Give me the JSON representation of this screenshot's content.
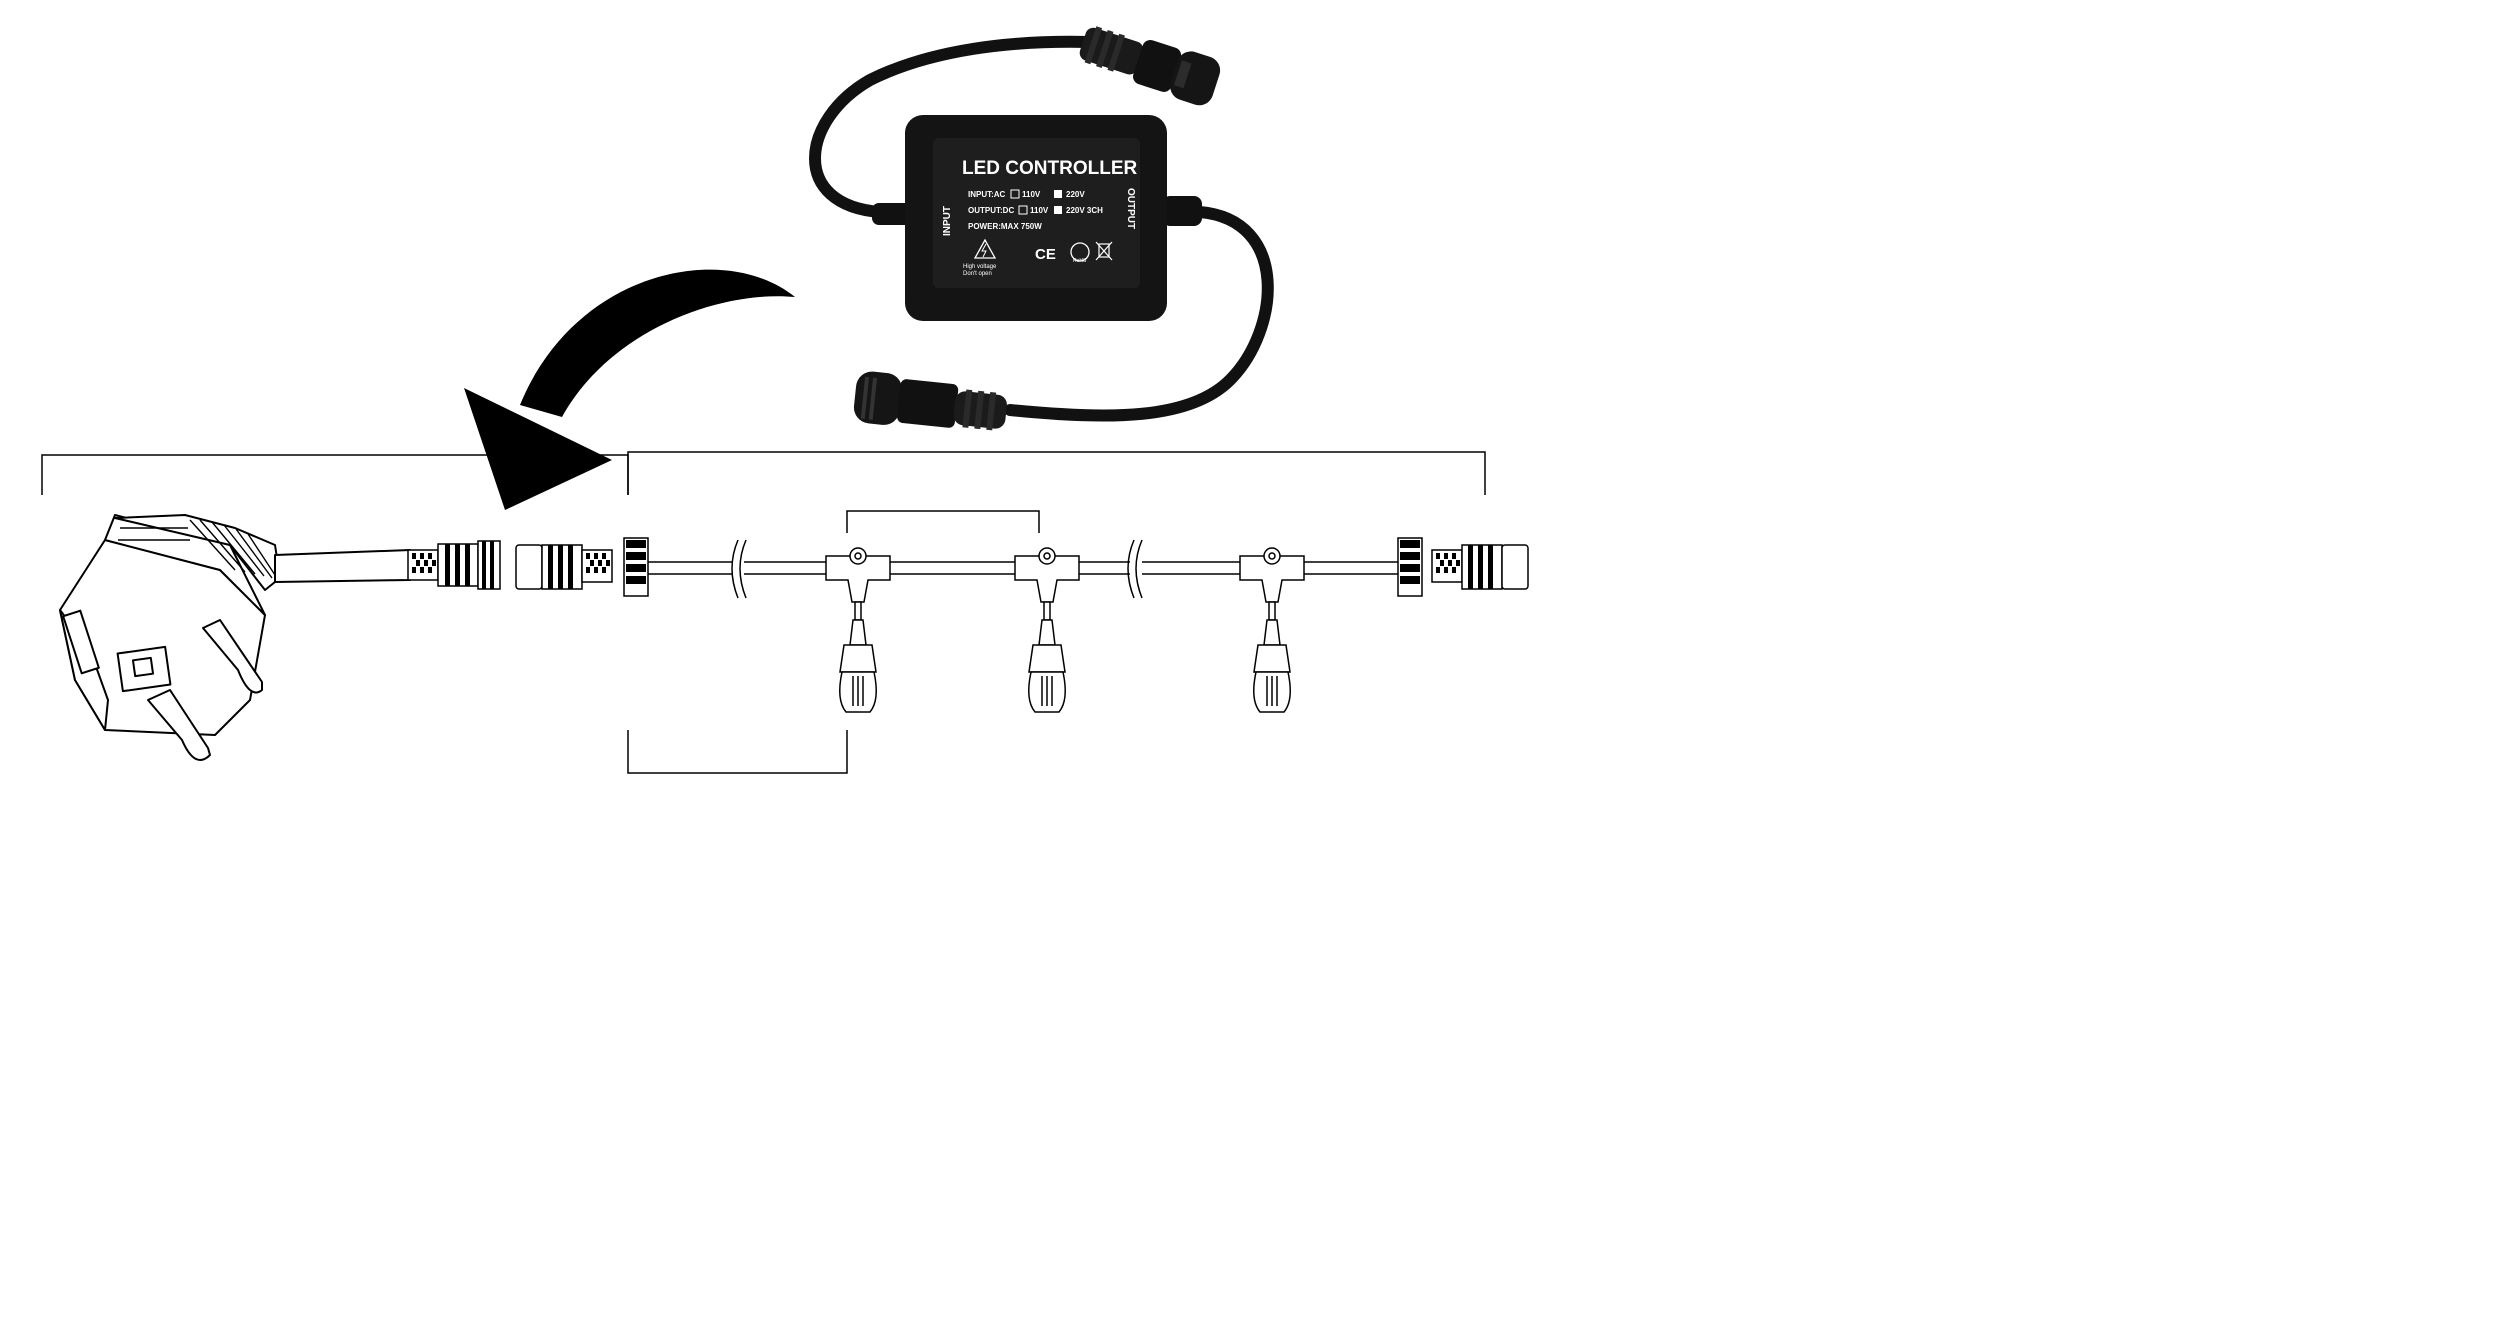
{
  "controller": {
    "title": "LED CONTROLLER",
    "input_side": "INPUT",
    "output_side": "OUTPUT",
    "spec_input_ac": "INPUT:AC",
    "spec_110v": "110V",
    "spec_220v": "220V",
    "spec_output_dc": "OUTPUT:DC",
    "spec_220v_3ch": "220V 3CH",
    "spec_power": "POWER:MAX 750W",
    "warning_line1": "High voltage",
    "warning_line2": "Don't open",
    "ce_mark": "CE",
    "rohs_mark": "RoHS"
  }
}
